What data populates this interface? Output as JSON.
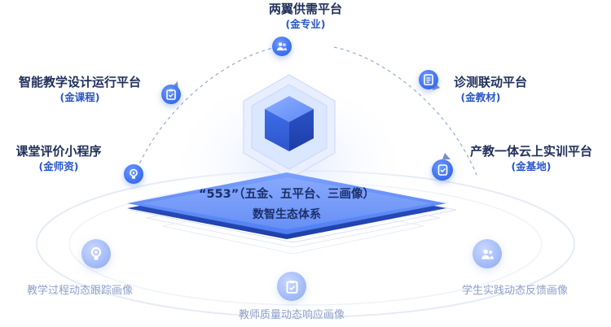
{
  "center": {
    "title": "“553”（五金、五平台、三画像）",
    "subtitle": "数智生态体系"
  },
  "platforms": [
    {
      "title": "两翼供需平台",
      "sub": "(金专业)",
      "icon": "users-icon"
    },
    {
      "title": "智能教学设计运行平台",
      "sub": "(金课程)",
      "icon": "clipboard-icon"
    },
    {
      "title": "诊测联动平台",
      "sub": "(金教材)",
      "icon": "document-icon"
    },
    {
      "title": "课堂评价小程序",
      "sub": "(金师资)",
      "icon": "lightbulb-icon"
    },
    {
      "title": "产教一体云上实训平台",
      "sub": "(金基地)",
      "icon": "tag-icon"
    }
  ],
  "portraits": [
    {
      "label": "教学过程动态跟踪画像",
      "icon": "lightbulb-icon"
    },
    {
      "label": "教师质量动态响应画像",
      "icon": "clipboard-icon"
    },
    {
      "label": "学生实践动态反馈画像",
      "icon": "users-icon"
    }
  ],
  "colors": {
    "accent": "#3f72f0",
    "title_text": "#1f2f5a",
    "sub_text": "#2a57c9",
    "portrait_text": "#8ea0c8"
  }
}
